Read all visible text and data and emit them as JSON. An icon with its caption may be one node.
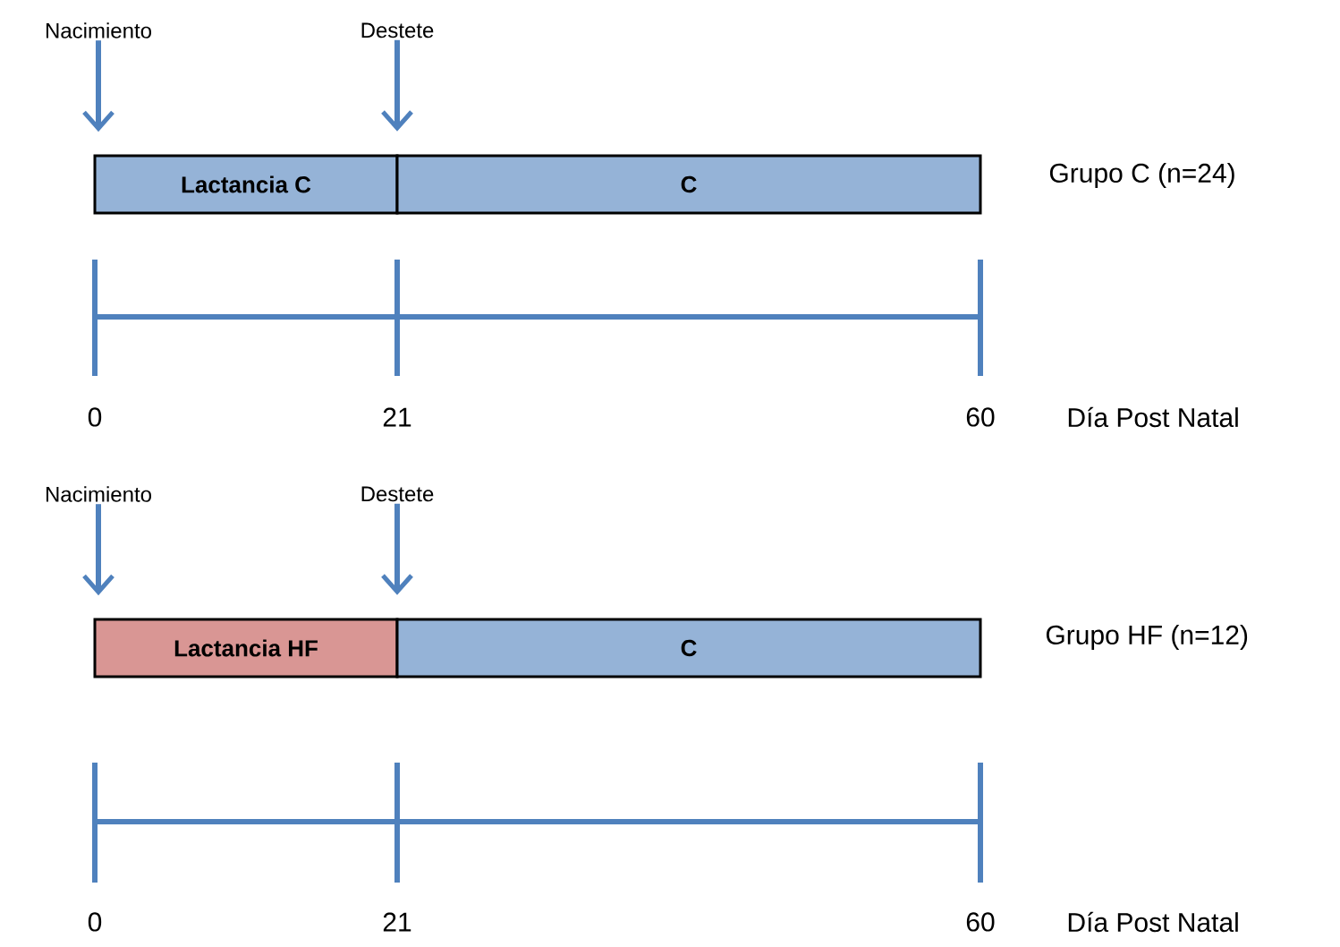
{
  "diagram": {
    "nodes": [
      {
        "text": [
          "Nacimiento"
        ]
      },
      {
        "text": [
          "Destete"
        ]
      },
      {
        "text": [
          "Lactancia C"
        ]
      },
      {
        "text": [
          "C"
        ]
      },
      {
        "text": [
          "Nacimiento"
        ]
      },
      {
        "text": [
          "Destete"
        ]
      },
      {
        "text": [
          "Lactancia HF"
        ]
      },
      {
        "text": [
          "C"
        ]
      }
    ],
    "edges": [
      {
        "from": 0,
        "to": 2,
        "arrow": "to"
      },
      {
        "from": 1,
        "to": 3,
        "arrow": "to"
      },
      {
        "from": 4,
        "to": 6,
        "arrow": "to"
      },
      {
        "from": 5,
        "to": 7,
        "arrow": "to"
      }
    ],
    "labels": [
      "Grupo C  (n=24)",
      "0",
      "21",
      "60",
      "Día Post Natal",
      "Grupo HF  (n=12)",
      "0",
      "21",
      "60",
      "Día Post Natal"
    ]
  }
}
